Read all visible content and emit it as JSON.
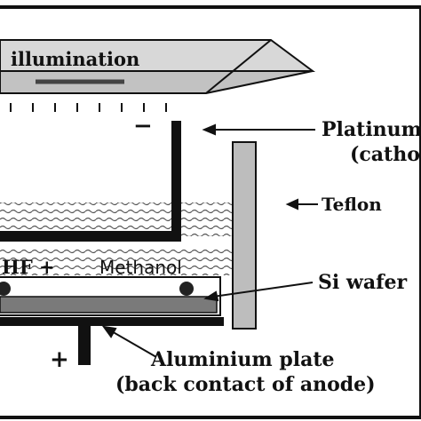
{
  "lamp": {
    "label": "illumination",
    "polarity": "−"
  },
  "electrolyte": {
    "label_part1": "HF +",
    "label_part2": "Methanol"
  },
  "labels": {
    "platinum_line1": "Platinum",
    "platinum_line2": "(cathode)",
    "teflon": "Teflon",
    "wafer": "Si wafer",
    "plate_line1": "Aluminium plate",
    "plate_line2": "(back contact of anode)",
    "anode_polarity": "+"
  },
  "colors": {
    "frame": "#111111",
    "teflon": "#bdbdbd",
    "wafer": "#7a7a7a",
    "liquid_wave": "#555555",
    "lamp_fill": "#d8d8d8"
  }
}
